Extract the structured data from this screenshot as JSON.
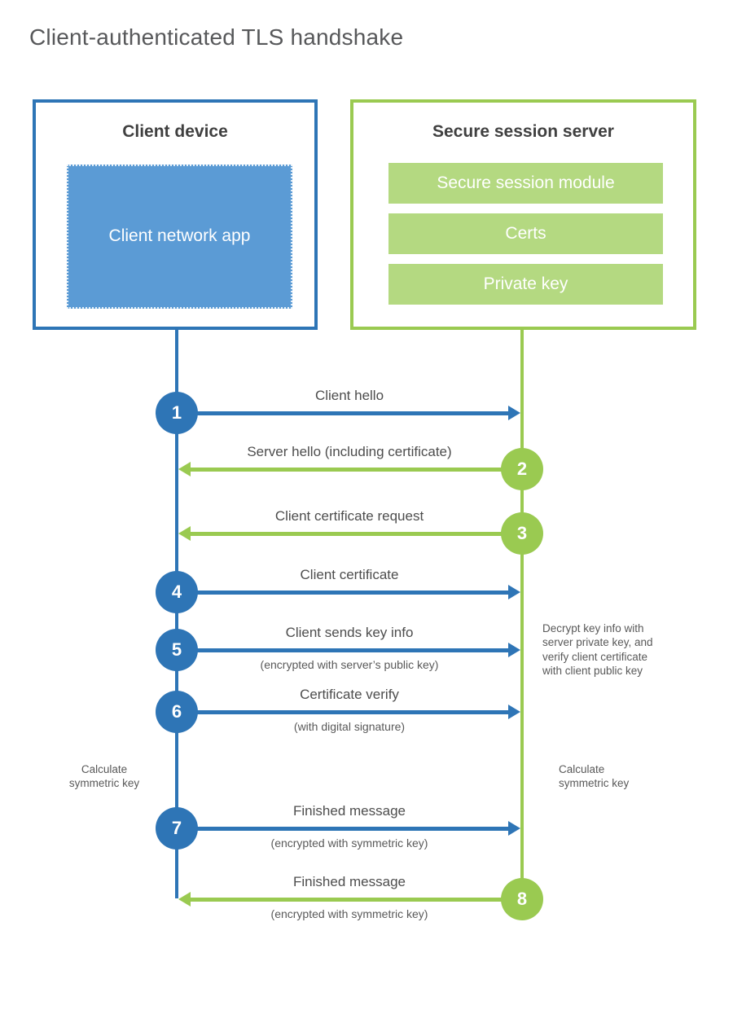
{
  "title": "Client-authenticated TLS handshake",
  "colors": {
    "blue": "#2e75b6",
    "blue_fill": "#5b9bd5",
    "green": "#9aca51",
    "green_fill": "#b4d981"
  },
  "client": {
    "title": "Client device",
    "app_label": "Client network app"
  },
  "server": {
    "title": "Secure session server",
    "modules": [
      "Secure session module",
      "Certs",
      "Private key"
    ]
  },
  "messages": [
    {
      "num": "1",
      "from": "client",
      "label": "Client hello",
      "sub": ""
    },
    {
      "num": "2",
      "from": "server",
      "label": "Server hello (including certificate)",
      "sub": ""
    },
    {
      "num": "3",
      "from": "server",
      "label": "Client certificate request",
      "sub": ""
    },
    {
      "num": "4",
      "from": "client",
      "label": "Client certificate",
      "sub": ""
    },
    {
      "num": "5",
      "from": "client",
      "label": "Client sends key info",
      "sub": "(encrypted with server’s public key)"
    },
    {
      "num": "6",
      "from": "client",
      "label": "Certificate verify",
      "sub": "(with digital signature)"
    },
    {
      "num": "7",
      "from": "client",
      "label": "Finished message",
      "sub": "(encrypted with symmetric key)"
    },
    {
      "num": "8",
      "from": "server",
      "label": "Finished message",
      "sub": "(encrypted with symmetric key)"
    }
  ],
  "annotations": {
    "decrypt_note": "Decrypt key info with\nserver private key, and\nverify client certificate\nwith client public key",
    "calc_left": "Calculate\nsymmetric key",
    "calc_right": "Calculate\nsymmetric key"
  }
}
